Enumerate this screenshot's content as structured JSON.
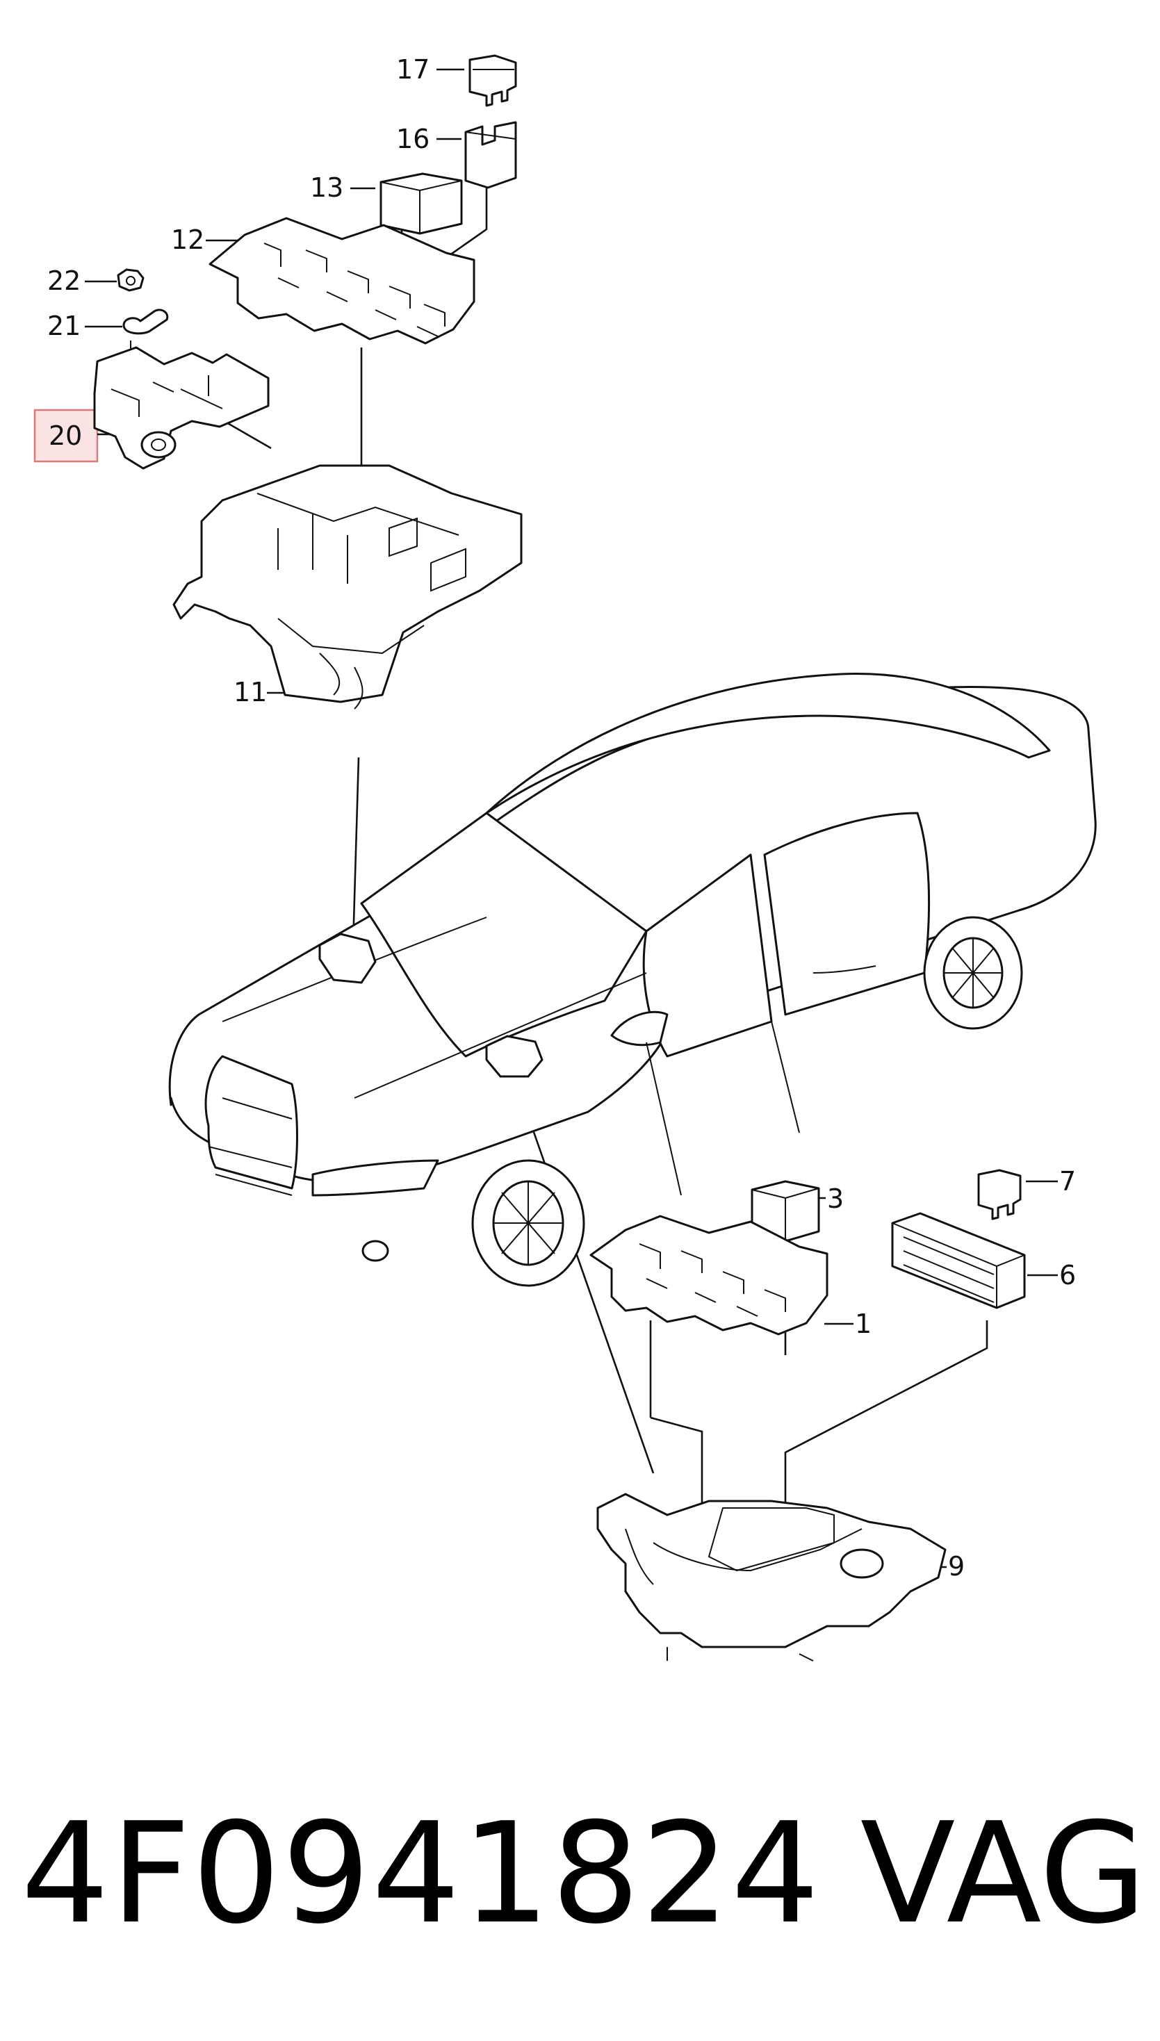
{
  "callouts": [
    {
      "id": "17",
      "text": "17"
    },
    {
      "id": "16",
      "text": "16"
    },
    {
      "id": "13",
      "text": "13"
    },
    {
      "id": "12",
      "text": "12"
    },
    {
      "id": "22",
      "text": "22"
    },
    {
      "id": "21",
      "text": "21"
    },
    {
      "id": "20",
      "text": "20",
      "highlighted": true
    },
    {
      "id": "11",
      "text": "11"
    },
    {
      "id": "3",
      "text": "3"
    },
    {
      "id": "7",
      "text": "7"
    },
    {
      "id": "6",
      "text": "6"
    },
    {
      "id": "1",
      "text": "1"
    },
    {
      "id": "9",
      "text": "9"
    }
  ],
  "highlight": {
    "border_color": "#d97a7a",
    "fill_color": "#fbe3e3"
  },
  "footer": {
    "part_number": "4F0941824",
    "brand": "VAG"
  }
}
